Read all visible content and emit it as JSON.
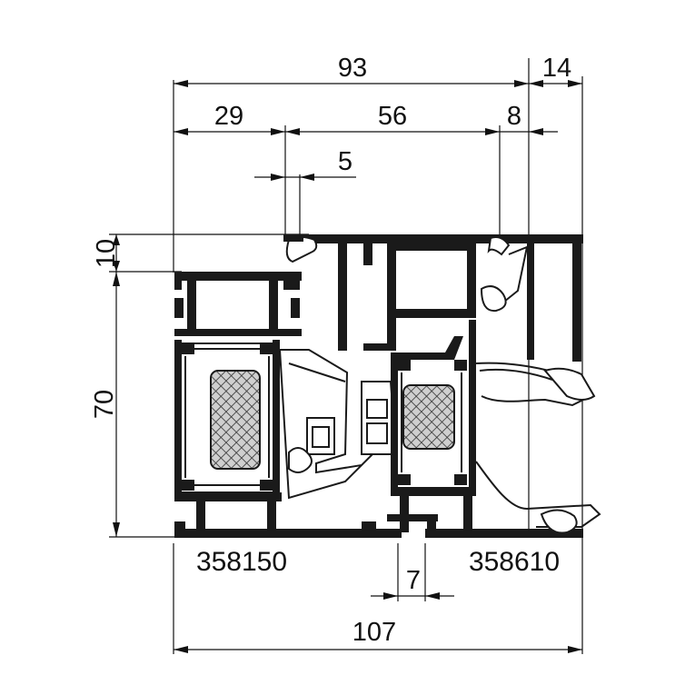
{
  "dimensions": {
    "overall_top": "93",
    "overhang": "14",
    "frame_width": "29",
    "sash_span": "56",
    "gasket_offset": "8",
    "gap": "5",
    "top_rebate": "10",
    "height": "70",
    "groove": "7",
    "overall_bottom": "107"
  },
  "profile_codes": {
    "frame": "358150",
    "sash": "358610"
  },
  "colors": {
    "ink": "#1a1a1a",
    "insulation_fill": "#bdbdbd"
  }
}
